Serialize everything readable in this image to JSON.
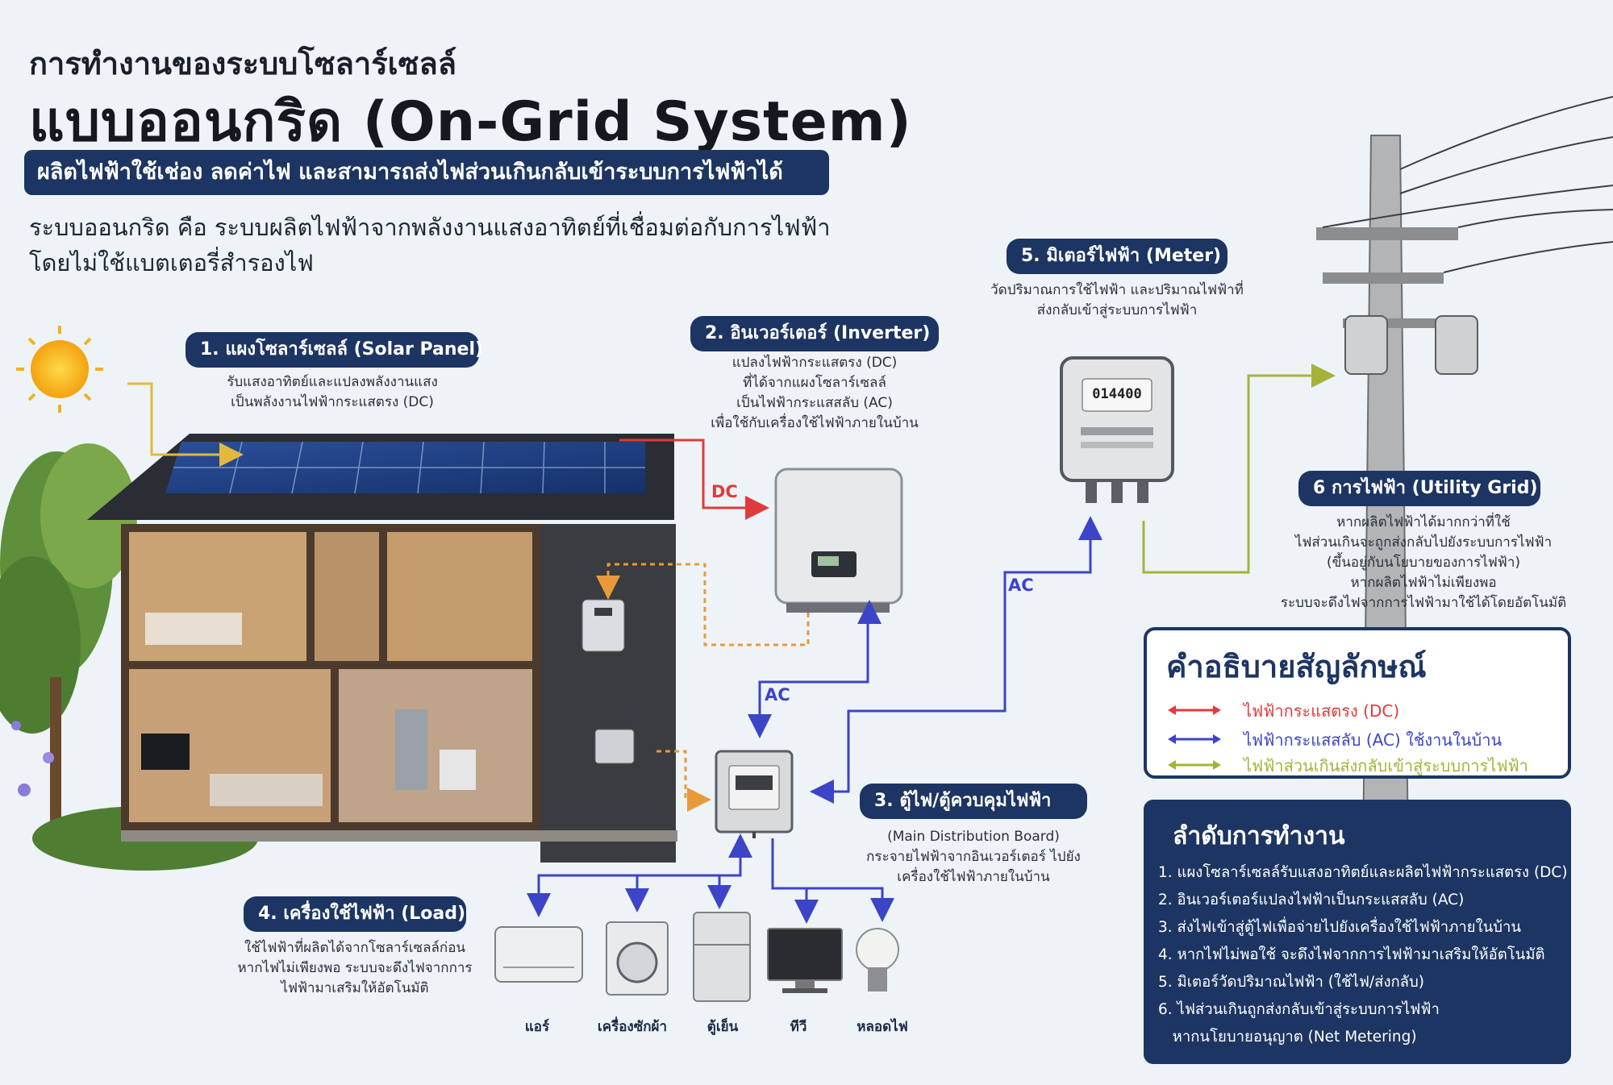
{
  "header": {
    "title_line1": "การทำงานของระบบโซลาร์เซลล์",
    "title_line2": "แบบออนกริด (On-Grid System)",
    "banner": "ผลิตไฟฟ้าใช้เช่อง ลดค่าไฟ และสามารถส่งไฟส่วนเกินกลับเข้าระบบการไฟฟ้าได้",
    "description_line1": "ระบบออนกริด คือ ระบบผลิตไฟฟ้าจากพลังงานแสงอาทิตย์ที่เชื่อมต่อกับการไฟฟ้า",
    "description_line2": "โดยไม่ใช้แบตเตอรี่สำรองไฟ"
  },
  "components": {
    "solar_panel": {
      "label": "1. แผงโซลาร์เซลล์ (Solar Panel)",
      "note_line1": "รับแสงอาทิตย์และแปลงพลังงานแสง",
      "note_line2": "เป็นพลังงานไฟฟ้ากระแสตรง (DC)"
    },
    "inverter": {
      "label": "2.  อินเวอร์เตอร์ (Inverter)",
      "note_line1": "แปลงไฟฟ้ากระแสตรง (DC)",
      "note_line2": "ที่ได้จากแผงโซลาร์เซลล์",
      "note_line3": "เป็นไฟฟ้ากระแสสลับ (AC)",
      "note_line4": "เพื่อใช้กับเครื่องใช้ไฟฟ้าภายในบ้าน"
    },
    "distribution_board": {
      "label": "3. ตู้ไฟ/ตู้ควบคุมไฟฟ้า",
      "note_line1": "(Main Distribution Board)",
      "note_line2": "กระจายไฟฟ้าจากอินเวอร์เตอร์ ไปยัง",
      "note_line3": "เครื่องใช้ไฟฟ้าภายในบ้าน"
    },
    "load": {
      "label": "4. เครื่องใช้ไฟฟ้า (Load)",
      "note_line1": "ใช้ไฟฟ้าที่ผลิตได้จากโซลาร์เซลล์ก่อน",
      "note_line2": "หากไฟไม่เพียงพอ ระบบจะดึงไฟจากการ",
      "note_line3": "ไฟฟ้ามาเสริมให้อัตโนมัติ"
    },
    "meter": {
      "label": "5. มิเตอร์ไฟฟ้า (Meter)",
      "note_line1": "วัดปริมาณการใช้ไฟฟ้า และปริมาณไฟฟ้าที่",
      "note_line2": "ส่งกลับเข้าสู่ระบบการไฟฟ้า",
      "display": "014400"
    },
    "grid": {
      "label": "6 การไฟฟ้า (Utility Grid)",
      "note_line1": "หากผลิตไฟฟ้าได้มากกว่าที่ใช้",
      "note_line2": "ไฟส่วนเกินจะถูกส่งกลับไปยังระบบการไฟฟ้า",
      "note_line3": "(ขึ้นอยู่กับนโยบายของการไฟฟ้า)",
      "note_line4": "หากผลิตไฟฟ้าไม่เพียงพอ",
      "note_line5": "ระบบจะดึงไฟจากการไฟฟ้ามาใช้ได้โดยอัตโนมัติ"
    }
  },
  "flow_labels": {
    "dc": "DC",
    "ac_inverter": "AC",
    "ac_meter": "AC"
  },
  "appliances": [
    {
      "label": "แอร์",
      "icon": "air-conditioner-icon"
    },
    {
      "label": "เครื่องซักผ้า",
      "icon": "washing-machine-icon"
    },
    {
      "label": "ตู้เย็น",
      "icon": "refrigerator-icon"
    },
    {
      "label": "ทีวี",
      "icon": "tv-icon"
    },
    {
      "label": "หลอดไฟ",
      "icon": "light-bulb-icon"
    }
  ],
  "legend": {
    "title": "คำอธิบายสัญลักษณ์",
    "items": [
      {
        "text": "ไฟฟ้ากระแสตรง (DC)",
        "color": "#e03b3b"
      },
      {
        "text": "ไฟฟ้ากระแสสลับ (AC) ใช้งานในบ้าน",
        "color": "#3c44c8"
      },
      {
        "text": "ไฟฟ้าส่วนเกินส่งกลับเข้าสู่ระบบการไฟฟ้า",
        "color": "#a6b33a"
      }
    ]
  },
  "steps": {
    "title": "ลำดับการทำงาน",
    "items": [
      "1. แผงโซลาร์เซลล์รับแสงอาทิตย์และผลิตไฟฟ้ากระแสตรง (DC)",
      "2. อินเวอร์เตอร์แปลงไฟฟ้าเป็นกระแสสลับ (AC)",
      "3. ส่งไฟเข้าสู่ตู้ไฟเพื่อจ่ายไปยังเครื่องใช้ไฟฟ้าภายในบ้าน",
      "4. หากไฟไม่พอใช้ จะดึงไฟจากการไฟฟ้ามาเสริมให้อัตโนมัติ",
      "5. มิเตอร์วัดปริมาณไฟฟ้า (ใช้ไฟ/ส่งกลับ)",
      "6. ไฟส่วนเกินถูกส่งกลับเข้าสู่ระบบการไฟฟ้า",
      "   หากนโยบายอนุญาต (Net Metering)"
    ]
  },
  "colors": {
    "navy": "#1d3562",
    "dc": "#e03b3b",
    "ac": "#3c44c8",
    "export": "#a6b33a",
    "inverter_dashed": "#e89a3a"
  }
}
